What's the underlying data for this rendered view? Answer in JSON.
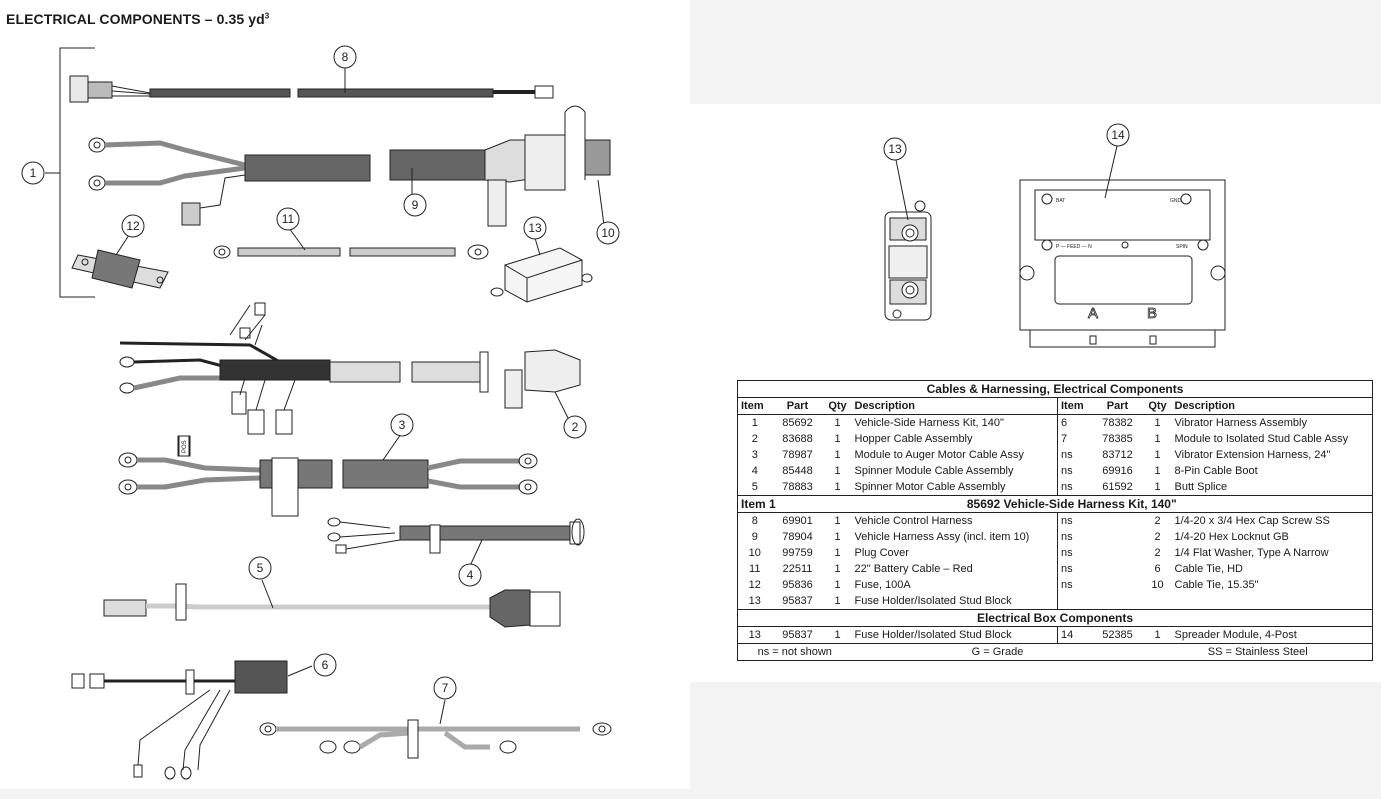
{
  "title": "ELECTRICAL COMPONENTS – 0.35 yd",
  "title_sup": "3",
  "callouts_left": [
    "1",
    "2",
    "3",
    "4",
    "5",
    "6",
    "7",
    "8",
    "9",
    "10",
    "11",
    "12",
    "13"
  ],
  "callouts_right": [
    "13",
    "14"
  ],
  "module_labels": {
    "bat": "BAT",
    "gnd": "GND",
    "feed": "P — FEED — N",
    "spin": "SPIN",
    "a": "A",
    "b": "B"
  },
  "pos_tag": "POS",
  "table": {
    "title": "Cables & Harnessing, Electrical  Components",
    "headers": [
      "Item",
      "Part",
      "Qty",
      "Description",
      "Item",
      "Part",
      "Qty",
      "Description"
    ],
    "rows_cables": [
      [
        "1",
        "85692",
        "1",
        "Vehicle-Side Harness Kit, 140\"",
        "6",
        "78382",
        "1",
        "Vibrator Harness Assembly"
      ],
      [
        "2",
        "83688",
        "1",
        "Hopper Cable Assembly",
        "7",
        "78385",
        "1",
        "Module to Isolated Stud Cable Assy"
      ],
      [
        "3",
        "78987",
        "1",
        "Module to Auger Motor Cable Assy",
        "ns",
        "83712",
        "1",
        "Vibrator Extension Harness, 24\""
      ],
      [
        "4",
        "85448",
        "1",
        "Spinner Module Cable Assembly",
        "ns",
        "69916",
        "1",
        "8-Pin Cable Boot"
      ],
      [
        "5",
        "78883",
        "1",
        "Spinner Motor Cable Assembly",
        "ns",
        "61592",
        "1",
        "Butt Splice"
      ]
    ],
    "item1_label": "Item 1",
    "item1_title": "85692  Vehicle-Side Harness Kit, 140\"",
    "rows_item1": [
      [
        "8",
        "69901",
        "1",
        "Vehicle Control Harness",
        "ns",
        "",
        "2",
        "1/4-20 x 3/4 Hex Cap Screw SS"
      ],
      [
        "9",
        "78904",
        "1",
        "Vehicle Harness Assy (incl. item 10)",
        "ns",
        "",
        "2",
        "1/4-20 Hex Locknut GB"
      ],
      [
        "10",
        "99759",
        "1",
        "Plug Cover",
        "ns",
        "",
        "2",
        "1/4 Flat Washer, Type A Narrow"
      ],
      [
        "11",
        "22511",
        "1",
        "22\" Battery Cable – Red",
        "ns",
        "",
        "6",
        "Cable Tie, HD"
      ],
      [
        "12",
        "95836",
        "1",
        "Fuse, 100A",
        "ns",
        "",
        "10",
        "Cable Tie, 15.35\""
      ],
      [
        "13",
        "95837",
        "1",
        "Fuse Holder/Isolated Stud Block",
        "",
        "",
        "",
        ""
      ]
    ],
    "box_title": "Electrical Box Components",
    "rows_box": [
      [
        "13",
        "95837",
        "1",
        "Fuse Holder/Isolated Stud Block",
        "14",
        "52385",
        "1",
        "Spreader Module, 4-Post"
      ]
    ],
    "notes": [
      "ns = not shown",
      "G = Grade",
      "SS = Stainless Steel"
    ]
  }
}
